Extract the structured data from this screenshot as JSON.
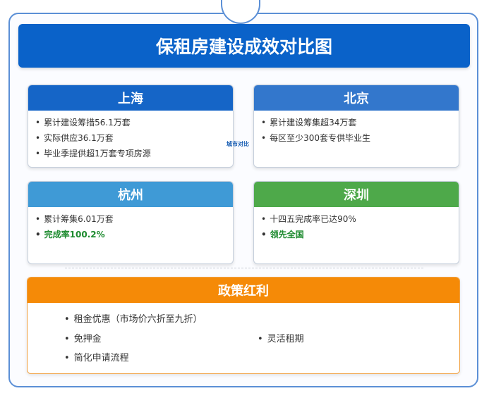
{
  "title": "保租房建设成效对比图",
  "compare_label": "城市对比",
  "cities": [
    {
      "name": "上海",
      "color": "#1565c7",
      "items": [
        "累计建设筹措56.1万套",
        "实际供应36.1万套",
        "毕业季提供超1万套专项房源"
      ],
      "highlights": []
    },
    {
      "name": "北京",
      "color": "#3377cc",
      "items": [
        "累计建设筹集超34万套",
        "每区至少300套专供毕业生"
      ],
      "highlights": []
    },
    {
      "name": "杭州",
      "color": "#3f9ad6",
      "items": [
        "累计筹集6.01万套"
      ],
      "highlights": [
        "完成率100.2%"
      ]
    },
    {
      "name": "深圳",
      "color": "#4ea94a",
      "items": [
        "十四五完成率已达90%"
      ],
      "highlights": [
        "领先全国"
      ]
    }
  ],
  "policy": {
    "title": "政策红利",
    "color": "#f58a07",
    "items": [
      "租金优惠（市场价六折至九折）",
      "免押金",
      "灵活租期",
      "简化申请流程"
    ]
  }
}
